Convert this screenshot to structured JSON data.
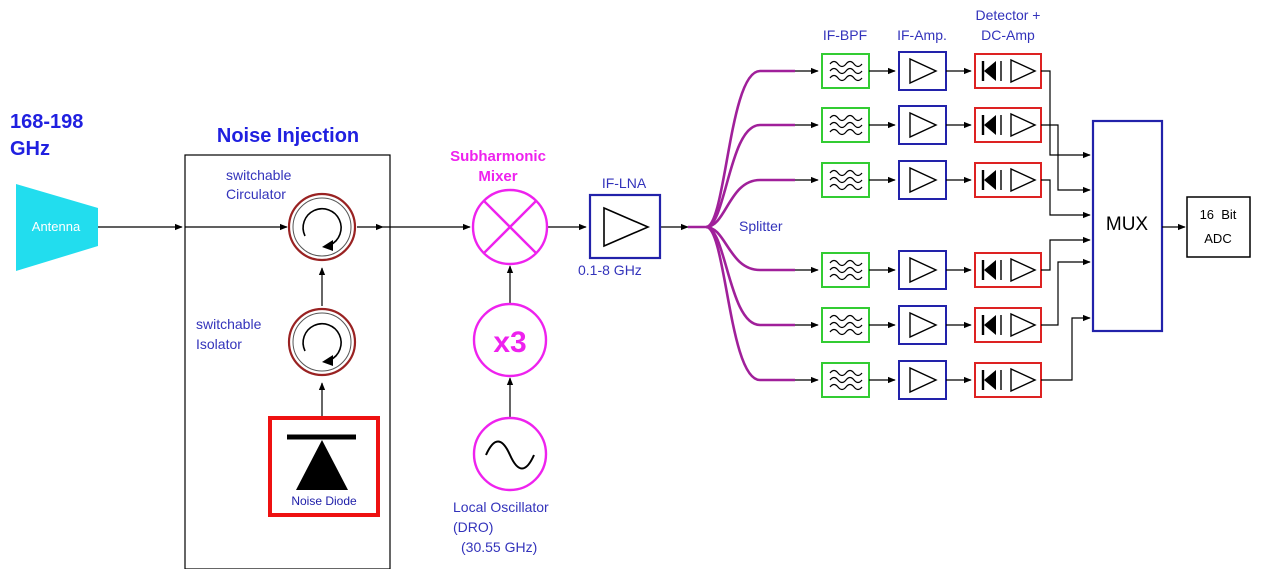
{
  "band": {
    "line1": "168-198",
    "line2": "GHz"
  },
  "antenna": {
    "label": "Antenna"
  },
  "noise_injection": {
    "title": "Noise Injection",
    "circulator": {
      "line1": "switchable",
      "line2": "Circulator"
    },
    "isolator": {
      "line1": "switchable",
      "line2": "Isolator"
    },
    "noise_diode": {
      "label": "Noise Diode"
    }
  },
  "mixer": {
    "line1": "Subharmonic",
    "line2": "Mixer"
  },
  "multiplier": {
    "label": "x3"
  },
  "local_oscillator": {
    "line1": "Local Oscillator",
    "line2": "(DRO)",
    "line3": "(30.55 GHz)"
  },
  "if_lna": {
    "label": "IF-LNA",
    "range": "0.1-8 GHz"
  },
  "splitter": {
    "label": "Splitter"
  },
  "column_headers": {
    "if_bpf": "IF-BPF",
    "if_amp": "IF-Amp.",
    "detector_line1": "Detector +",
    "detector_line2": "DC-Amp"
  },
  "mux": {
    "label": "MUX"
  },
  "adc": {
    "line1": "16  Bit",
    "line2": "ADC"
  },
  "colors": {
    "blue_text": "#3333bb",
    "title_blue": "#2020e0",
    "magenta": "#ee22ee",
    "purple_line": "#a0209a",
    "antenna_cyan": "#22ddee",
    "filter_green": "#33cc33",
    "amp_blue": "#2222aa",
    "detector_red": "#dd2222",
    "circulator_maroon": "#992222",
    "diode_red": "#ee1111"
  }
}
